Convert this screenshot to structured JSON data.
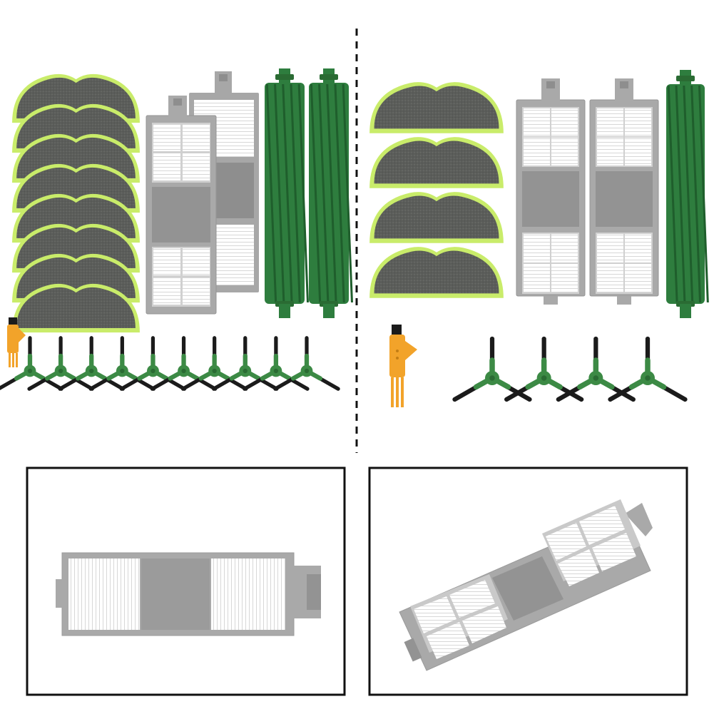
{
  "colors": {
    "background": "#ffffff",
    "mop_fabric": "#5b5d5a",
    "mop_edge": "#c9ec6a",
    "filter_frame": "#a7a7a7",
    "filter_dark": "#8e8e8e",
    "filter_media": "#ffffff",
    "roller_green": "#2e7d3e",
    "roller_dark": "#1f5e2c",
    "brush_bristle": "#1b1b1b",
    "brush_hub": "#3c8a45",
    "tool_orange": "#f2a32a",
    "divider": "#111111",
    "box_border": "#111111"
  },
  "kit_left": {
    "mop_pads": 8,
    "hepa_filters": 2,
    "main_rollers": 2,
    "side_brushes": 10,
    "cleaning_tools": 1
  },
  "kit_right": {
    "mop_pads": 4,
    "hepa_filters": 2,
    "main_rollers": 1,
    "side_brushes": 4,
    "cleaning_tools": 1
  },
  "detail_views": [
    {
      "view": "filter-top",
      "icon": "hepa-filter-icon"
    },
    {
      "view": "filter-angled",
      "icon": "hepa-filter-icon"
    }
  ]
}
